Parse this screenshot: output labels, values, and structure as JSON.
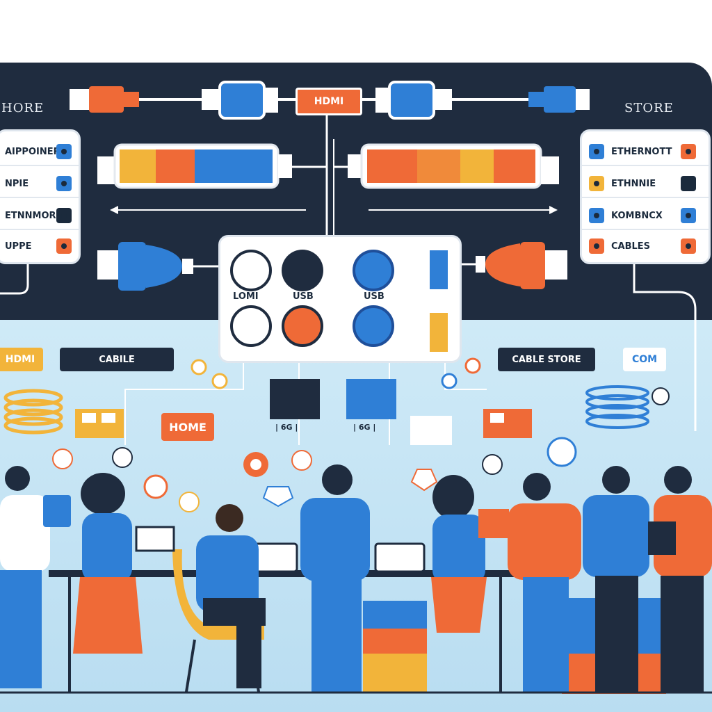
{
  "scene": {
    "left_title": "HORE",
    "right_title": "STORE",
    "hub_tag": "HDMI"
  },
  "left_panel": {
    "rows": [
      {
        "label": "AIPPOINER",
        "swatch": "#2f7fd6"
      },
      {
        "label": "NPIE",
        "swatch": "#2f7fd6"
      },
      {
        "label": "ETNNMORE",
        "swatch": "#1b2a3c"
      },
      {
        "label": "UPPE",
        "swatch": "#ef6a37"
      }
    ]
  },
  "right_panel": {
    "rows": [
      {
        "label": "ETHERNOTT",
        "swatch": "#ef6a37"
      },
      {
        "label": "ETHNNIE",
        "swatch": "#1b2a3c"
      },
      {
        "label": "KOMBNCX",
        "swatch": "#2f7fd6"
      },
      {
        "label": "CABLES",
        "swatch": "#ef6a37"
      }
    ]
  },
  "hub": {
    "ports": [
      {
        "label": "LOMI"
      },
      {
        "label": "USB"
      },
      {
        "label": "USB"
      }
    ]
  },
  "floor_signs": {
    "hdmi": "HDMI",
    "cable": "CABILE",
    "home": "HOME",
    "cable_store": "CABLE STORE",
    "com": "COM",
    "device_a": "| 6G |",
    "device_b": "| 6G |"
  },
  "colors": {
    "navy": "#1f2c3f",
    "orange": "#ef6a37",
    "blue": "#2f7fd6",
    "yellow": "#f2b43a",
    "sky": "#cfeaf7"
  }
}
